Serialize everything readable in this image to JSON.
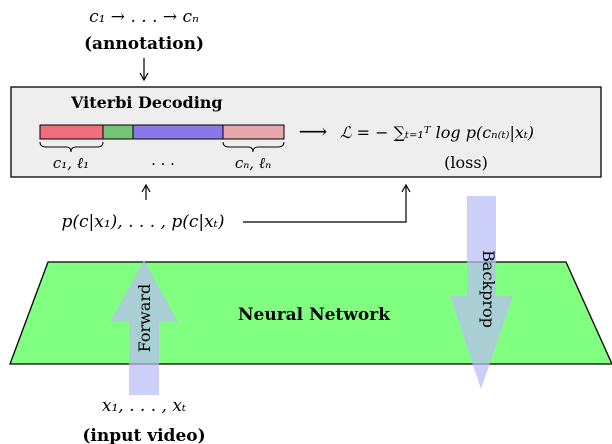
{
  "annotation": {
    "sequence": "c₁ → . . . → cₙ",
    "label": "(annotation)"
  },
  "viterbi": {
    "title": "Viterbi Decoding",
    "segments": [
      {
        "color": "#f26d7d"
      },
      {
        "color": "#76c47a"
      },
      {
        "color": "#8b78e8"
      },
      {
        "color": "#e6a8ad"
      }
    ],
    "first_brace_label": "c₁, ℓ₁",
    "middle_dots": ". . .",
    "last_brace_label": "cₙ, ℓₙ",
    "arrow_symbol": "⟶",
    "loss_formula": "ℒ = − ∑ₜ₌₁ᵀ log p(cₙ₍ₜ₎|xₜ)",
    "loss_label": "(loss)"
  },
  "probabilities": {
    "text": "p(c|x₁), . . . , p(c|xₜ)"
  },
  "network": {
    "label": "Neural Network",
    "fill_color": "#80ff80"
  },
  "forward": {
    "label": "Forward"
  },
  "backprop": {
    "label": "Backprop"
  },
  "input": {
    "sequence": "x₁, . . . , xₜ",
    "label": "(input video)"
  }
}
